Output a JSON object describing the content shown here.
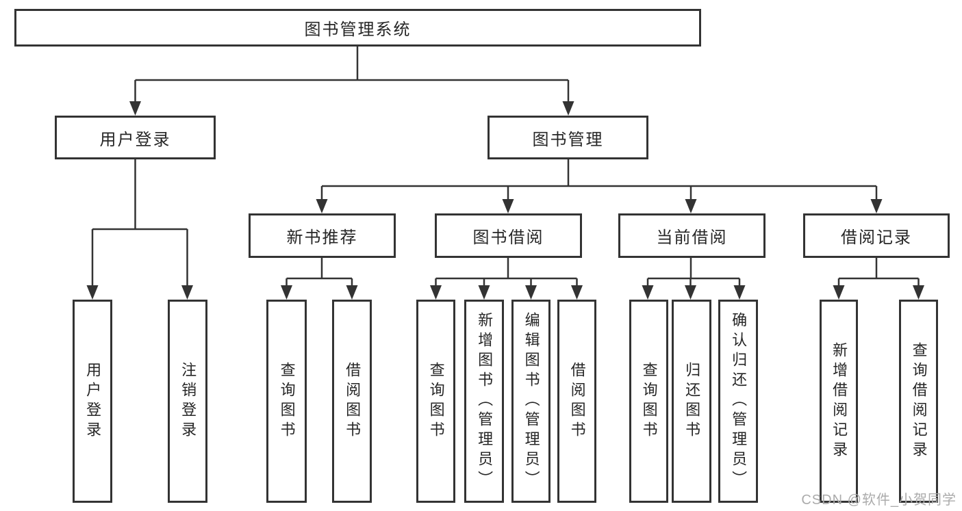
{
  "colors": {
    "background": "#ffffff",
    "line": "#333333",
    "border": "#333333",
    "text": "#262626",
    "watermark": "#ababab"
  },
  "watermark": {
    "text": "CSDN @软件_小贺同学"
  },
  "tree": {
    "root": {
      "label": "图书管理系统",
      "children": [
        {
          "label": "用户登录",
          "children": [
            {
              "label": "用户登录"
            },
            {
              "label": "注销登录"
            }
          ]
        },
        {
          "label": "图书管理",
          "children": [
            {
              "label": "新书推荐",
              "children": [
                {
                  "label": "查询图书"
                },
                {
                  "label": "借阅图书"
                }
              ]
            },
            {
              "label": "图书借阅",
              "children": [
                {
                  "label": "查询图书"
                },
                {
                  "label": "新增图书（管理员）"
                },
                {
                  "label": "编辑图书（管理员）"
                },
                {
                  "label": "借阅图书"
                }
              ]
            },
            {
              "label": "当前借阅",
              "children": [
                {
                  "label": "查询图书"
                },
                {
                  "label": "归还图书"
                },
                {
                  "label": "确认归还（管理员）"
                }
              ]
            },
            {
              "label": "借阅记录",
              "children": [
                {
                  "label": "新增借阅记录"
                },
                {
                  "label": "查询借阅记录"
                }
              ]
            }
          ]
        }
      ]
    }
  }
}
